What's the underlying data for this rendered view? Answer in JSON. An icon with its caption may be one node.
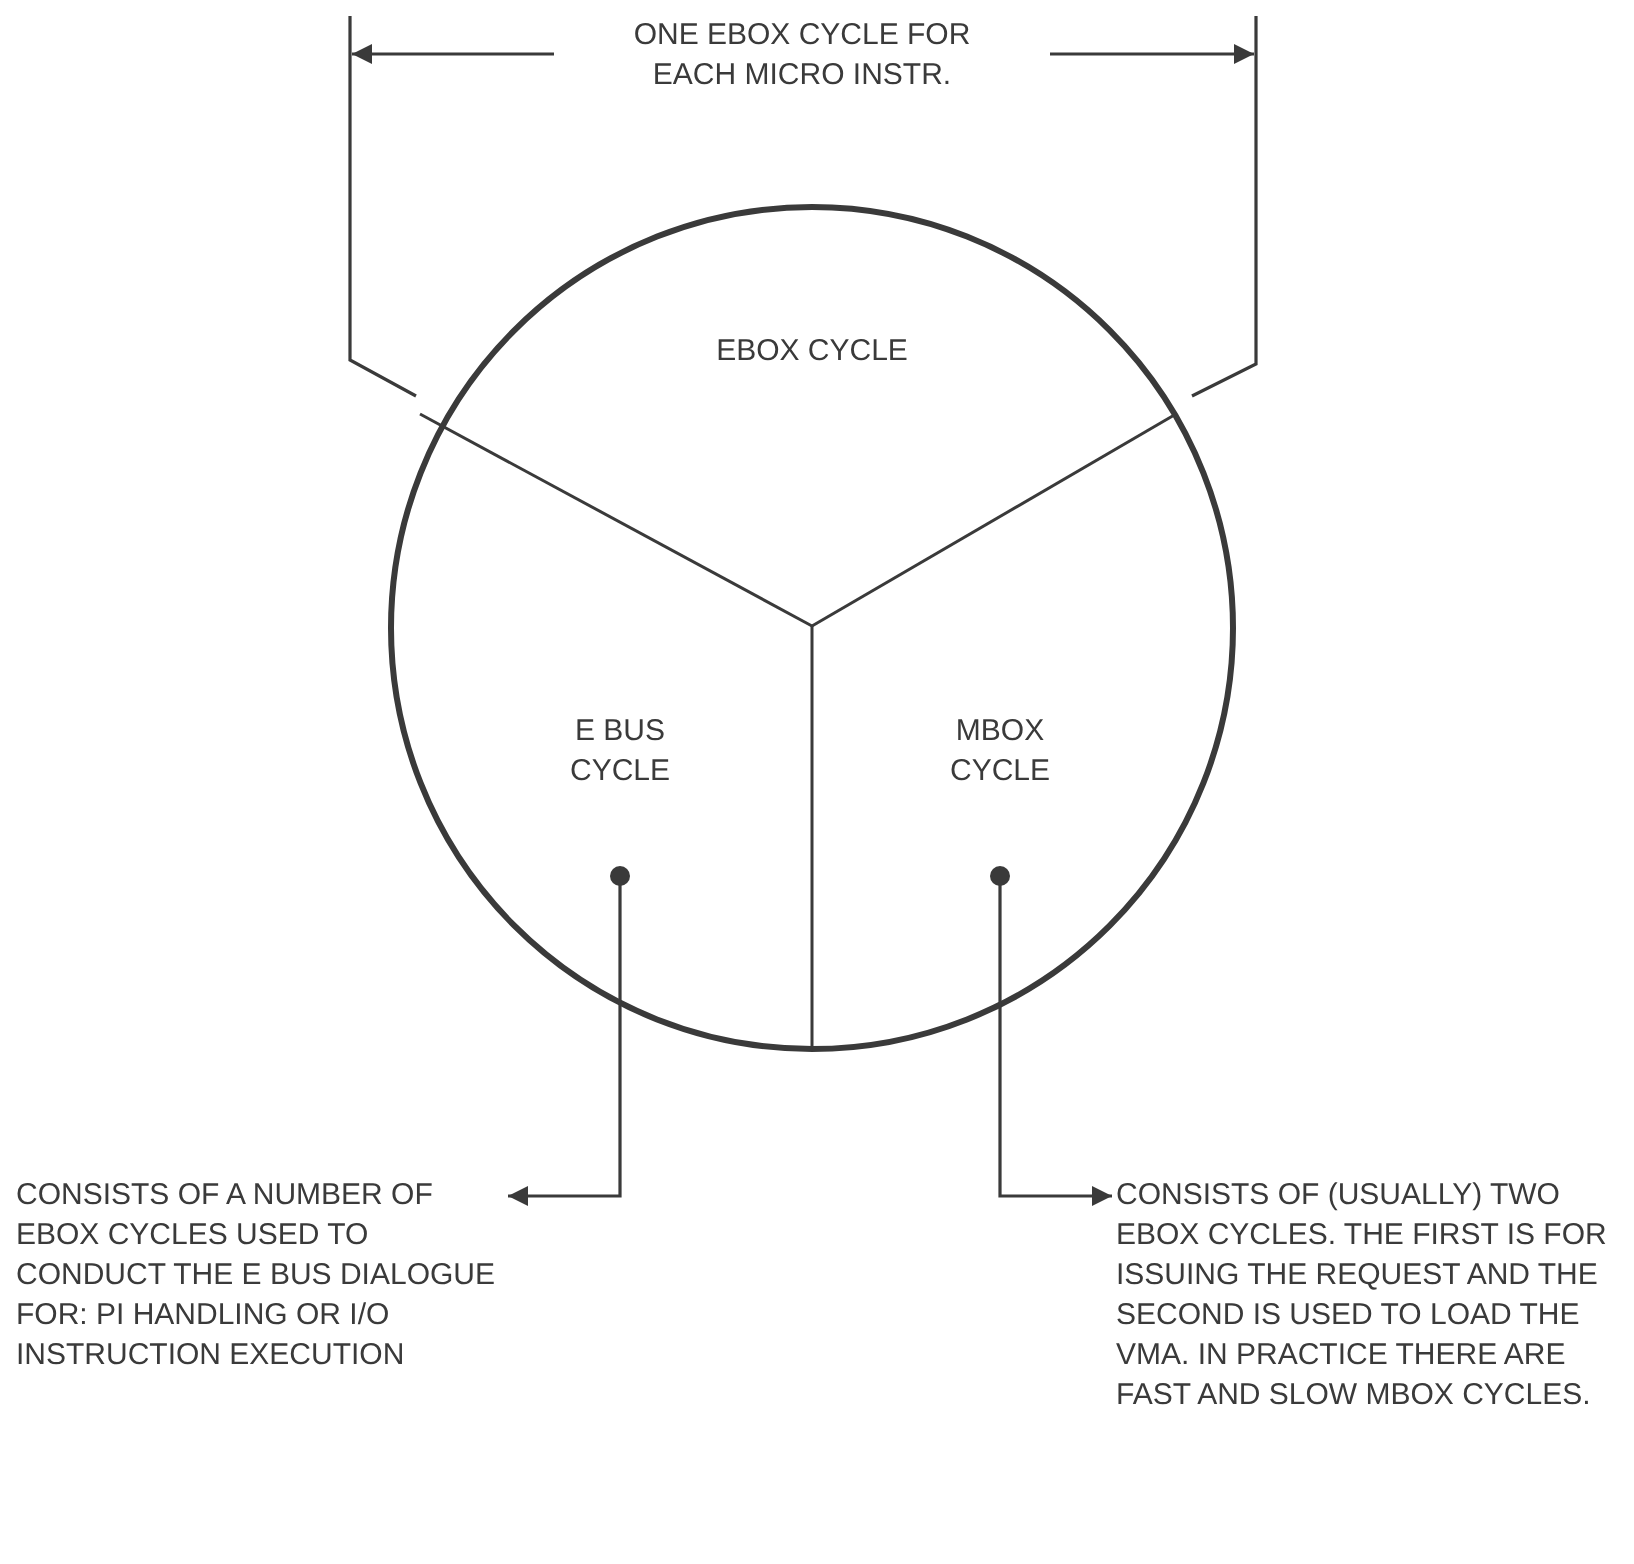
{
  "diagram": {
    "nodes": [
      {
        "text": [],
        "shape": "circle"
      },
      {
        "text": [
          "EBOX CYCLE"
        ],
        "in": 0
      },
      {
        "text": [
          "E BUS CYCLE"
        ],
        "in": 0
      },
      {
        "text": [
          "MBOX CYCLE"
        ],
        "in": 0
      },
      {
        "text": [
          "CONSISTS OF A NUMBER OF EBOX CYCLES USED TO CONDUCT THE E BUS DIALOGUE FOR: PI HANDLING OR I/O INSTRUCTION EXECUTION"
        ]
      },
      {
        "text": [
          "CONSISTS OF (USUALLY) TWO EBOX CYCLES. THE FIRST IS FOR ISSUING THE REQUEST AND THE SECOND IS USED TO LOAD THE VMA. IN PRACTICE THERE ARE FAST AND SLOW MBOX CYCLES."
        ]
      }
    ],
    "edges": [
      {
        "from": 2,
        "to": 4,
        "arrow": "to"
      },
      {
        "from": 3,
        "to": 5,
        "arrow": "to"
      }
    ],
    "labels": [
      "ONE EBOX CYCLE FOR EACH MICRO INSTR."
    ]
  }
}
